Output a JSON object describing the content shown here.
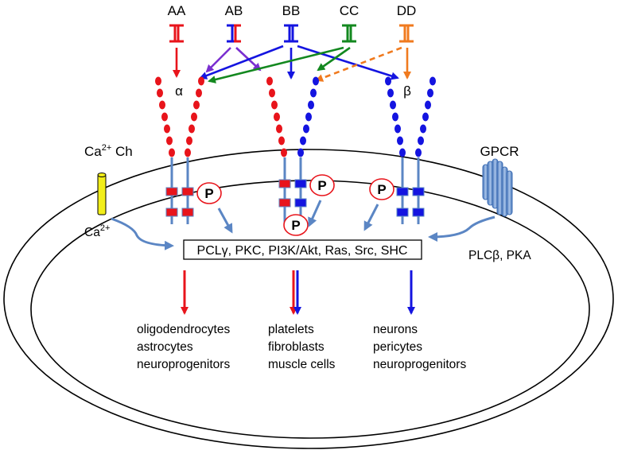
{
  "ligands": [
    {
      "label": "AA",
      "color": "#e8141b"
    },
    {
      "label": "AB",
      "color": "#e8141b",
      "color2": "#1414e0"
    },
    {
      "label": "BB",
      "color": "#1414e0"
    },
    {
      "label": "CC",
      "color": "#13881f"
    },
    {
      "label": "DD",
      "color": "#f07a1e"
    }
  ],
  "receptors": {
    "alpha": "α",
    "beta": "β"
  },
  "phospho": "P",
  "calcium_channel": {
    "prefix": "Ca",
    "superscript": "2+",
    "suffix": " Ch"
  },
  "calcium_ion": {
    "prefix": "Ca",
    "superscript": "2+"
  },
  "gpcr": "GPCR",
  "gpcr_effectors": "PLCβ, PKA",
  "pathway_box": "PCLγ, PKC, PI3K/Akt, Ras, Src, SHC",
  "cell_types": {
    "alpha": [
      "oligodendrocytes",
      "astrocytes",
      "neuroprogenitors"
    ],
    "alpha_beta": [
      "platelets",
      "fibroblasts",
      "muscle cells"
    ],
    "beta": [
      "neurons",
      "pericytes",
      "neuroprogenitors"
    ]
  },
  "colors": {
    "red": "#e8141b",
    "blue": "#1414e0",
    "green": "#13881f",
    "orange": "#f07a1e",
    "purple": "#7a2fd0",
    "steel": "#5b86c4",
    "channel": "#f2ee1a"
  }
}
